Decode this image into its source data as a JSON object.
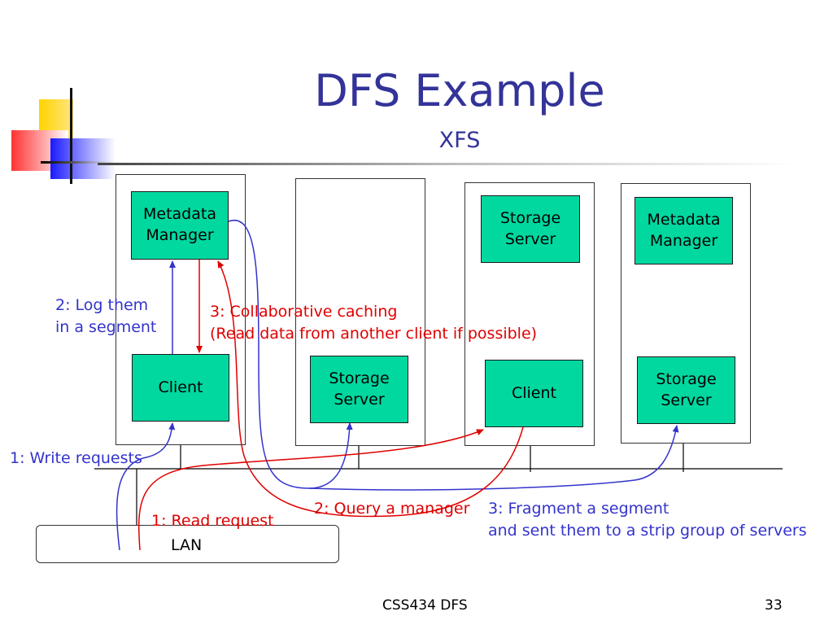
{
  "slide": {
    "title": "DFS Example",
    "subtitle": "XFS",
    "footer_center": "CSS434 DFS",
    "page_number": "33"
  },
  "nodes": {
    "m1_top": "Metadata\nManager",
    "m1_bottom": "Client",
    "m2_bottom": "Storage\nServer",
    "m3_top": "Storage\nServer",
    "m3_bottom": "Client",
    "m4_top": "Metadata\nManager",
    "m4_bottom": "Storage\nServer"
  },
  "labels": {
    "log_segment": "2: Log them\nin a segment",
    "collab_caching": "3: Collaborative caching\n(Read data from another client if possible)",
    "write_requests": "1: Write requests",
    "read_request": "1: Read request",
    "query_manager": "2: Query a manager",
    "fragment_segment": "3: Fragment a segment\nand sent them to a strip group of servers",
    "lan": "LAN"
  },
  "colors": {
    "title": "#333399",
    "blue_flow": "#3333cc",
    "red_flow": "#e00000",
    "node_fill": "#00d8a0"
  },
  "icons": [
    "decorative-squares-logo"
  ]
}
